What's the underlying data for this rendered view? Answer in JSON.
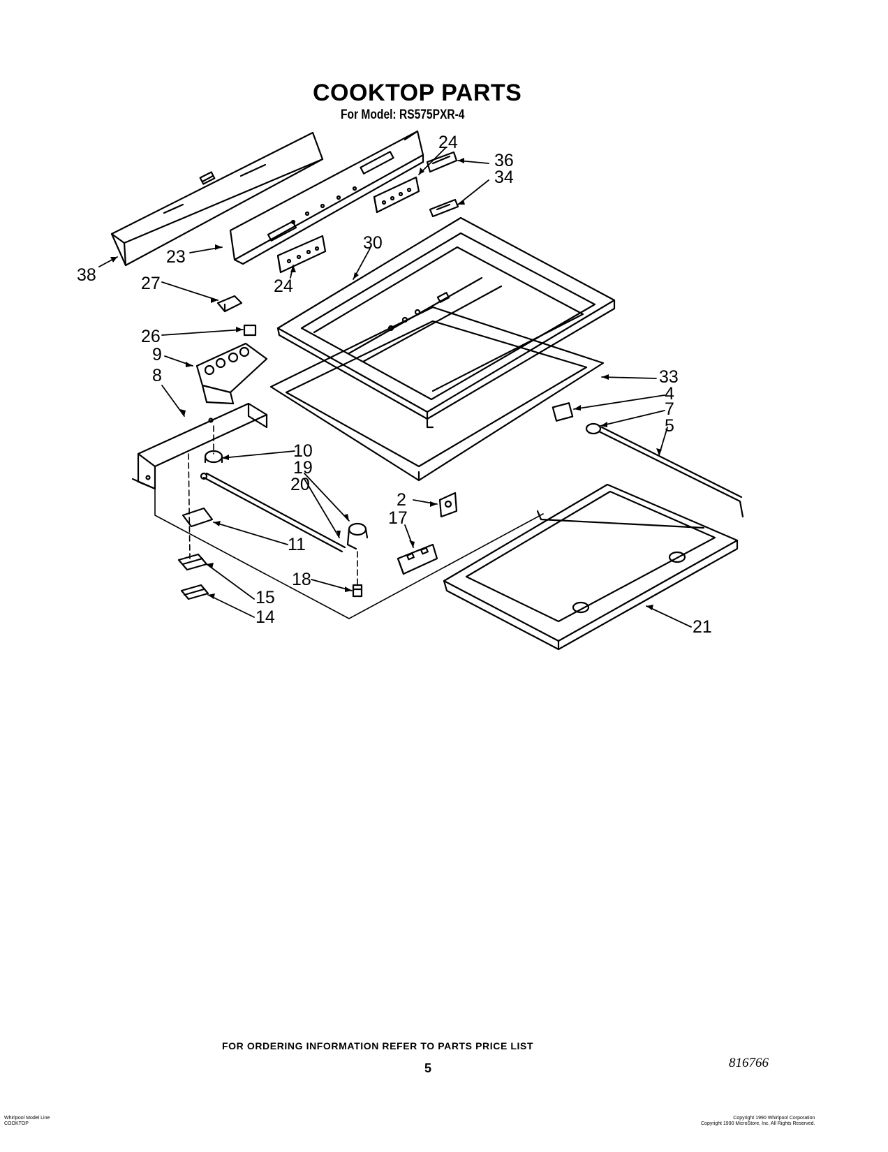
{
  "title": "COOKTOP PARTS",
  "subtitle": "For Model: RS575PXR-4",
  "callouts": [
    {
      "id": "38",
      "label": "38"
    },
    {
      "id": "23",
      "label": "23"
    },
    {
      "id": "24a",
      "label": "24"
    },
    {
      "id": "24b",
      "label": "24"
    },
    {
      "id": "36",
      "label": "36"
    },
    {
      "id": "34",
      "label": "34"
    },
    {
      "id": "30",
      "label": "30"
    },
    {
      "id": "27",
      "label": "27"
    },
    {
      "id": "26",
      "label": "26"
    },
    {
      "id": "9",
      "label": "9"
    },
    {
      "id": "8",
      "label": "8"
    },
    {
      "id": "33",
      "label": "33"
    },
    {
      "id": "4",
      "label": "4"
    },
    {
      "id": "7",
      "label": "7"
    },
    {
      "id": "5",
      "label": "5"
    },
    {
      "id": "10",
      "label": "10"
    },
    {
      "id": "19",
      "label": "19"
    },
    {
      "id": "20",
      "label": "20"
    },
    {
      "id": "2",
      "label": "2"
    },
    {
      "id": "17",
      "label": "17"
    },
    {
      "id": "11",
      "label": "11"
    },
    {
      "id": "18",
      "label": "18"
    },
    {
      "id": "15",
      "label": "15"
    },
    {
      "id": "14",
      "label": "14"
    },
    {
      "id": "21",
      "label": "21"
    }
  ],
  "footer": {
    "ordering_note": "FOR ORDERING INFORMATION REFER TO PARTS PRICE LIST",
    "page_number": "5",
    "document_number": "816766",
    "left_fine_print": [
      "Whirlpool Model Line",
      "COOKTOP"
    ],
    "right_fine_print": [
      "Copyright 1990 Whirlpool Corporation",
      "Copyright 1990 MicroStore, Inc. All Rights Reserved."
    ]
  }
}
